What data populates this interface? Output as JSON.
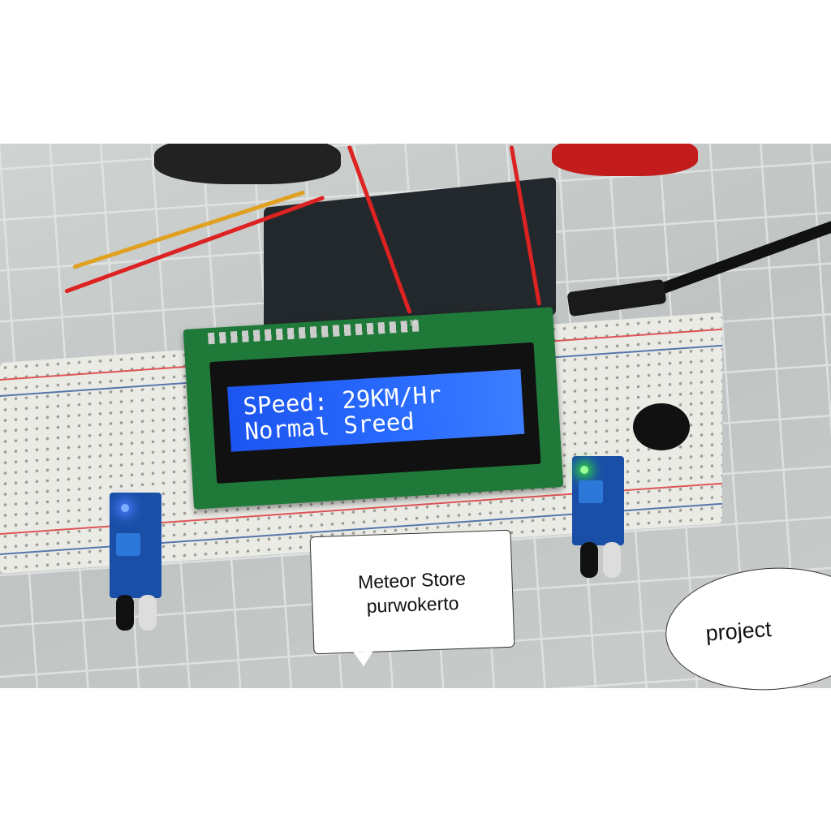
{
  "lcd": {
    "line1": "SPeed: 29KM/Hr",
    "line2": "Normal Sreed",
    "pin_number": "16",
    "backlight_color": "#2a6cff"
  },
  "overlays": {
    "store_name_line1": "Meteor Store",
    "store_name_line2": "purwokerto",
    "project_label": "project"
  }
}
